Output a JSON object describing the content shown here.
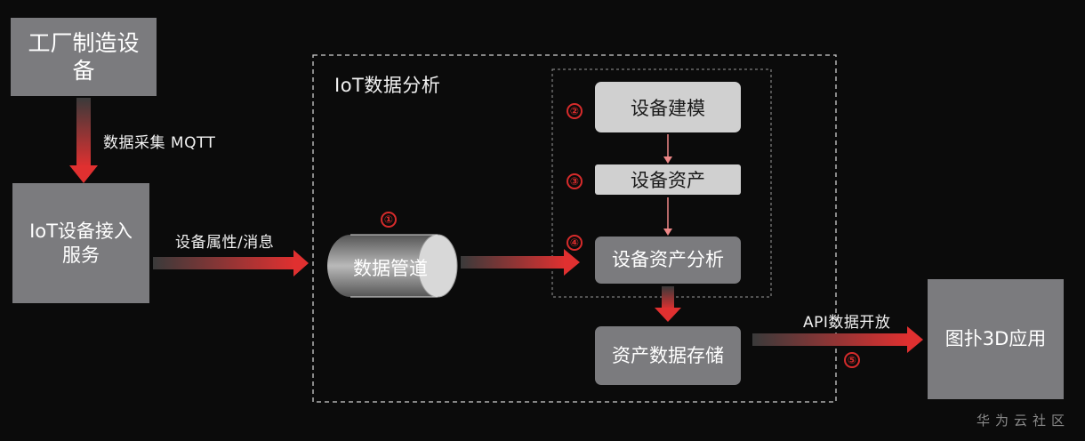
{
  "nodes": {
    "factory": "工厂制造设备",
    "iot_access": "IoT设备接入服务",
    "pipeline": "数据管道",
    "modeling": "设备建模",
    "asset": "设备资产",
    "asset_analysis": "设备资产分析",
    "storage": "资产数据存储",
    "topo3d": "图扑3D应用"
  },
  "labels": {
    "collect": "数据采集 MQTT",
    "attributes": "设备属性/消息",
    "api": "API数据开放",
    "iot_analysis": "IoT数据分析"
  },
  "numbers": [
    "①",
    "②",
    "③",
    "④",
    "⑤"
  ],
  "watermark": "华为云社区",
  "colors": {
    "accent": "#d62b2b",
    "box_dark": "#7b7b7e",
    "box_light": "#d0d0d0",
    "background": "#0b0b0b"
  }
}
